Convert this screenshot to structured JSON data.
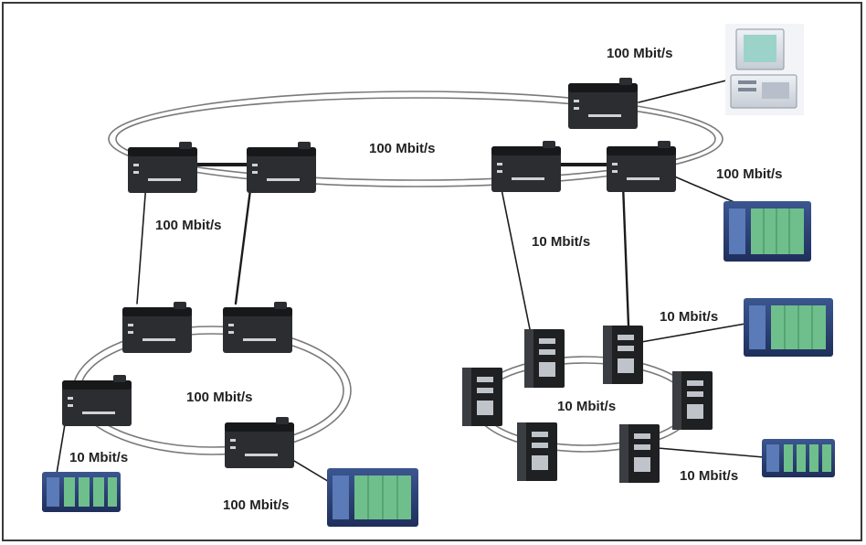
{
  "colors": {
    "switch_body": "#2b2d30",
    "switch_top": "#17181a",
    "ring_line": "#7a7a7a",
    "link_line": "#1c1c1c",
    "io_frame": "#2a3a6a",
    "io_module": "#6fbf8c",
    "pc_body": "#d8dde4"
  },
  "labels": {
    "top_ring_pc": "100 Mbit/s",
    "top_ring_center": "100 Mbit/s",
    "top_ring_right_io": "100 Mbit/s",
    "left_uplink": "100 Mbit/s",
    "right_uplink": "10 Mbit/s",
    "bottom_left_ring": "100 Mbit/s",
    "bottom_left_io": "10 Mbit/s",
    "bottom_left_io2": "100 Mbit/s",
    "bottom_right_io_top": "10 Mbit/s",
    "bottom_right_ring": "10 Mbit/s",
    "bottom_right_io_bottom": "10 Mbit/s"
  },
  "icons": {
    "switch": "industrial-ethernet-switch-icon",
    "module": "compact-switch-module-icon",
    "io": "io-station-icon",
    "pc": "pc-workstation-icon"
  }
}
